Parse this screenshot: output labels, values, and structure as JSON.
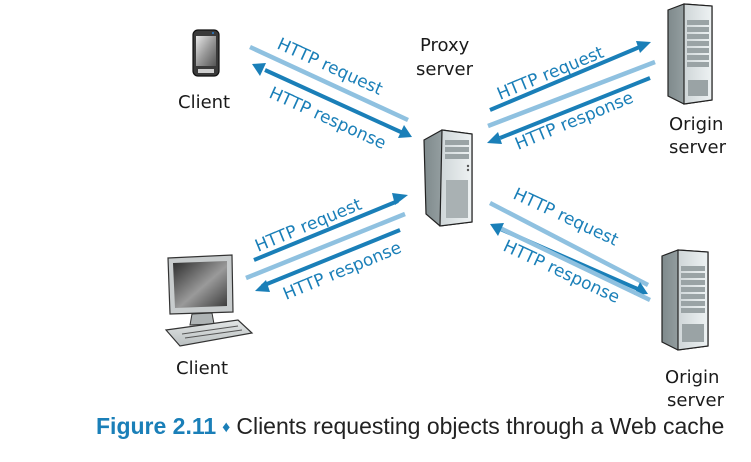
{
  "nodes": {
    "client_phone": {
      "label": "Client",
      "icon": "smartphone-icon"
    },
    "client_desktop": {
      "label": "Client",
      "icon": "desktop-computer-icon"
    },
    "proxy": {
      "label_line1": "Proxy",
      "label_line2": "server",
      "icon": "tower-server-icon"
    },
    "origin_top": {
      "label_line1": "Origin",
      "label_line2": "server",
      "icon": "rack-server-icon"
    },
    "origin_bottom": {
      "label_line1": "Origin",
      "label_line2": "server",
      "icon": "rack-server-icon"
    }
  },
  "links": [
    {
      "from": "client_phone",
      "to": "proxy",
      "request": "HTTP request",
      "response": "HTTP response"
    },
    {
      "from": "client_desktop",
      "to": "proxy",
      "request": "HTTP request",
      "response": "HTTP response"
    },
    {
      "from": "proxy",
      "to": "origin_top",
      "request": "HTTP request",
      "response": "HTTP response"
    },
    {
      "from": "proxy",
      "to": "origin_bottom",
      "request": "HTTP request",
      "response": "HTTP response"
    }
  ],
  "colors": {
    "request_arrow": "#1a7fb8",
    "response_line": "#8fc1e0",
    "label_text": "#1a7fb8"
  },
  "caption": {
    "figure_number": "Figure 2.11",
    "separator": "♦",
    "text": "Clients requesting objects through a Web cache"
  }
}
